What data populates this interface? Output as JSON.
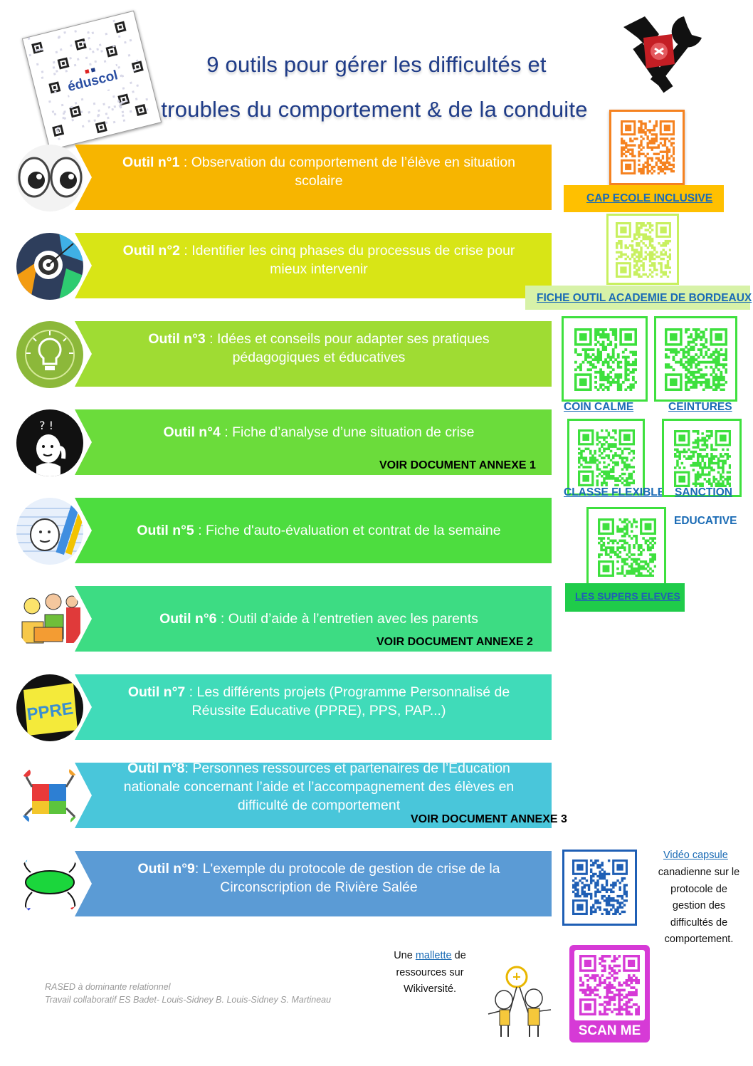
{
  "title": {
    "line1": "9 outils pour gérer les difficultés et",
    "line2": "troubles du comportement & de la conduite"
  },
  "eduscol_logo": "éduscol",
  "tools": [
    {
      "label": "Outil n°1",
      "text": " : Observation du comportement de l’élève en situation scolaire",
      "color": "#f7b500",
      "icon": "eyes-icon"
    },
    {
      "label": "Outil n°2",
      "text": " : Identifier les cinq phases du processus de crise pour mieux intervenir",
      "color": "#d8e516",
      "icon": "target-puzzle-icon"
    },
    {
      "label": "Outil n°3",
      "text": " : Idées et conseils pour adapter ses pratiques pédagogiques et éducatives",
      "color": "#9fdc33",
      "icon": "lightbulb-icon"
    },
    {
      "label": "Outil n°4",
      "text": " : Fiche d’analyse d’une situation de crise",
      "color": "#6bdc3b",
      "icon": "thinking-person-icon"
    },
    {
      "label": "Outil n°5",
      "text": " : Fiche d'auto-évaluation et contrat de la semaine",
      "color": "#4ddd3f",
      "icon": "notebook-pencil-icon"
    },
    {
      "label": "Outil n°6",
      "text": " : Outil d’aide à l’entretien avec les parents",
      "color": "#3ddc83",
      "icon": "family-icon"
    },
    {
      "label": "Outil n°7",
      "text": " : Les différents projets (Programme Personnalisé de Réussite Educative (PPRE), PPS, PAP...)",
      "color": "#40dbb9",
      "icon": "ppre-note-icon"
    },
    {
      "label": "Outil n°8",
      "text": ": Personnes ressources et partenaires de l’Éducation nationale concernant l’aide et l’accompagnement des élèves en difficulté de comportement",
      "color": "#49c6da",
      "icon": "puzzle-people-icon"
    },
    {
      "label": "Outil n°9",
      "text": ": L'exemple du protocole de gestion de crise de la Circonscription de Rivière Salée",
      "color": "#5b9bd5",
      "icon": "flow-diagram-icon"
    }
  ],
  "ppre_label": "PPRE",
  "think_marks": "? !",
  "annexes": {
    "a1": "VOIR DOCUMENT ANNEXE 1",
    "a2": "VOIR DOCUMENT ANNEXE 2",
    "a3": "VOIR DOCUMENT ANNEXE 3"
  },
  "links": {
    "cap": "CAP ECOLE INCLUSIVE",
    "bordeaux": "FICHE OUTIL ACADEMIE DE BORDEAUX",
    "coin": "COIN CALME",
    "ceintures": "CEINTURES",
    "classe": "CLASSE FLEXIBLE",
    "sanction1": "SANCTION",
    "sanction2": "EDUCATIVE",
    "supers": "LES SUPERS ELEVES",
    "video": "Vidéo capsule",
    "mallette": "mallette"
  },
  "video_text": [
    "canadienne sur le",
    "protocole de",
    "gestion des",
    "difficultés de",
    "comportement."
  ],
  "mallette_text": {
    "before": "Une ",
    "after": " de",
    "line2": "ressources sur",
    "line3": "Wikiversité."
  },
  "scan_me": "SCAN ME",
  "footer": {
    "line1": "RASED à dominante relationnel",
    "line2": "Travail collaboratif ES Badet- Louis-Sidney B. Louis-Sidney S. Martineau"
  },
  "colors": {
    "title": "#1f3c88",
    "orange_qr": "#f58220",
    "lime_qr": "#c8f060",
    "green_qr": "#3ee03e",
    "blue_qr": "#1f5fb5",
    "pink_qr": "#d63ad6",
    "link": "#1a6bb5"
  }
}
